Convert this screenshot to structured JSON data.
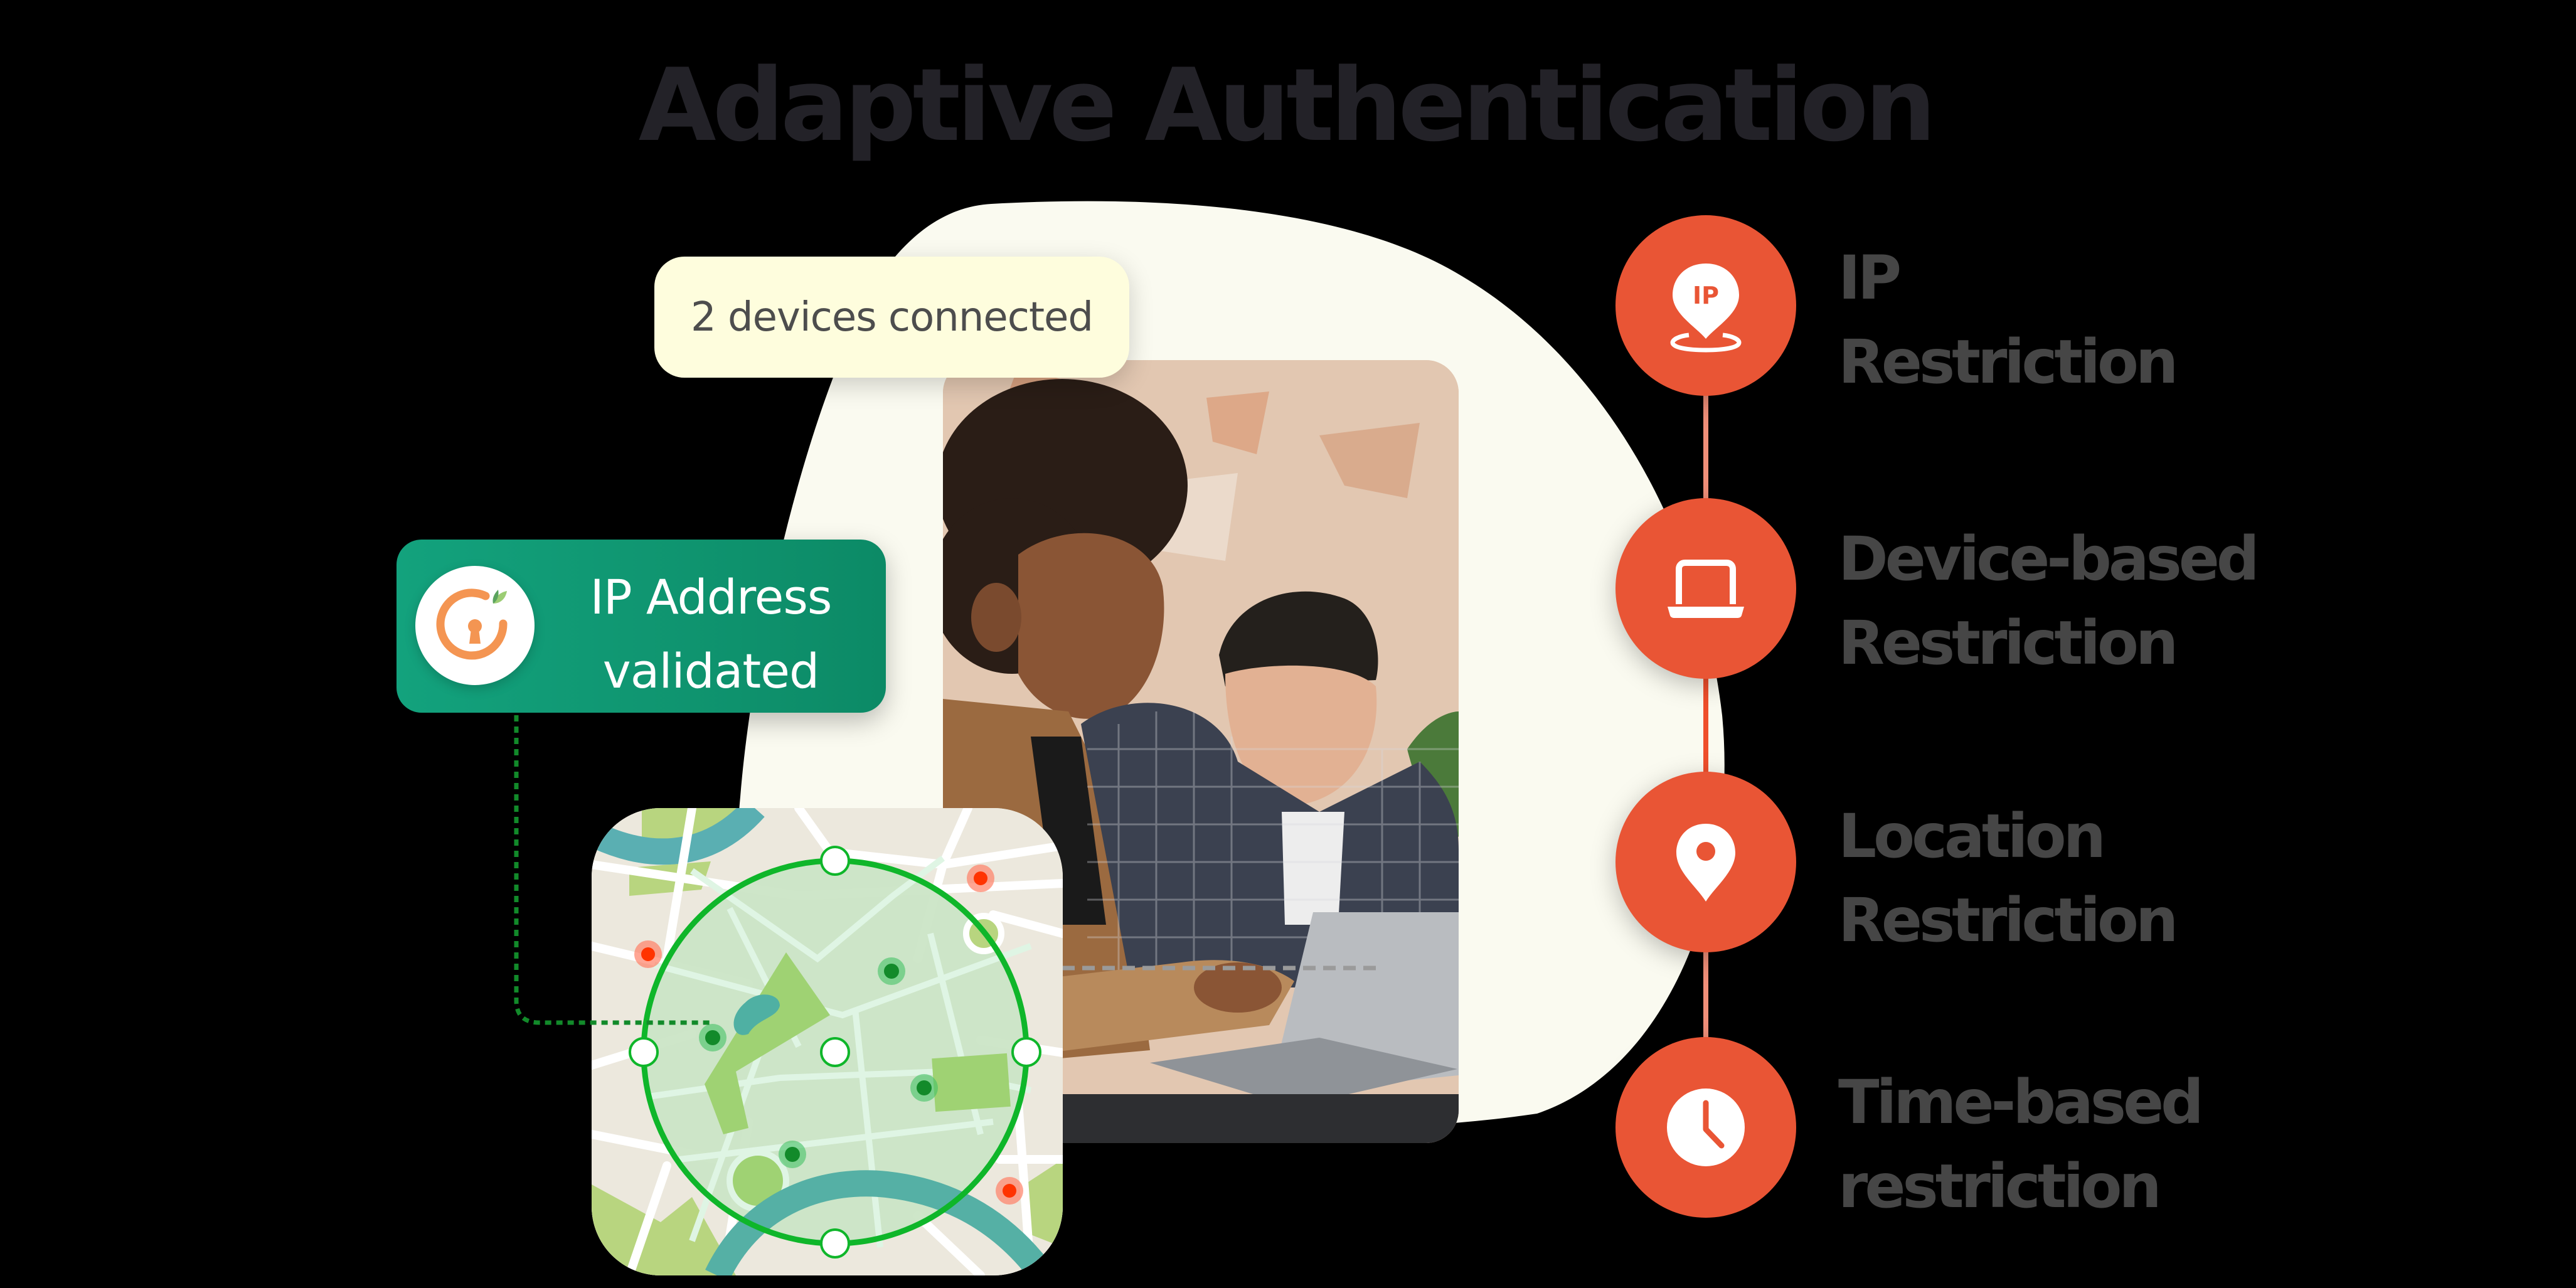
{
  "title": "Adaptive Authentication",
  "devices_card": {
    "text": "2 devices connected"
  },
  "ip_card": {
    "line1": "IP Address",
    "line2": "validated",
    "icon": "keyhole-lock-icon"
  },
  "photo": {
    "description": "two people looking at a laptop"
  },
  "map": {
    "geofence_handles": 5,
    "inside_markers": 5,
    "outside_markers": 3,
    "colors": {
      "geofence": "#0fb62a",
      "inside_marker": "#128a2a",
      "outside_marker": "#ff3300",
      "water": "#5aafb2",
      "park": "#9fd273"
    }
  },
  "restrictions": [
    {
      "icon": "ip-location-pin-icon",
      "line1": "IP",
      "line2": "Restriction"
    },
    {
      "icon": "laptop-icon",
      "line1": "Device-based",
      "line2": "Restriction"
    },
    {
      "icon": "location-pin-icon",
      "line1": "Location",
      "line2": "Restriction"
    },
    {
      "icon": "clock-icon",
      "line1": "Time-based",
      "line2": "restriction"
    }
  ],
  "colors": {
    "accent_orange": "#E95535",
    "card_green": "#11997A",
    "card_cream": "#FEFDDD",
    "blob_cream": "#FAFAF0",
    "title_text": "#232228",
    "label_text": "#464646"
  }
}
